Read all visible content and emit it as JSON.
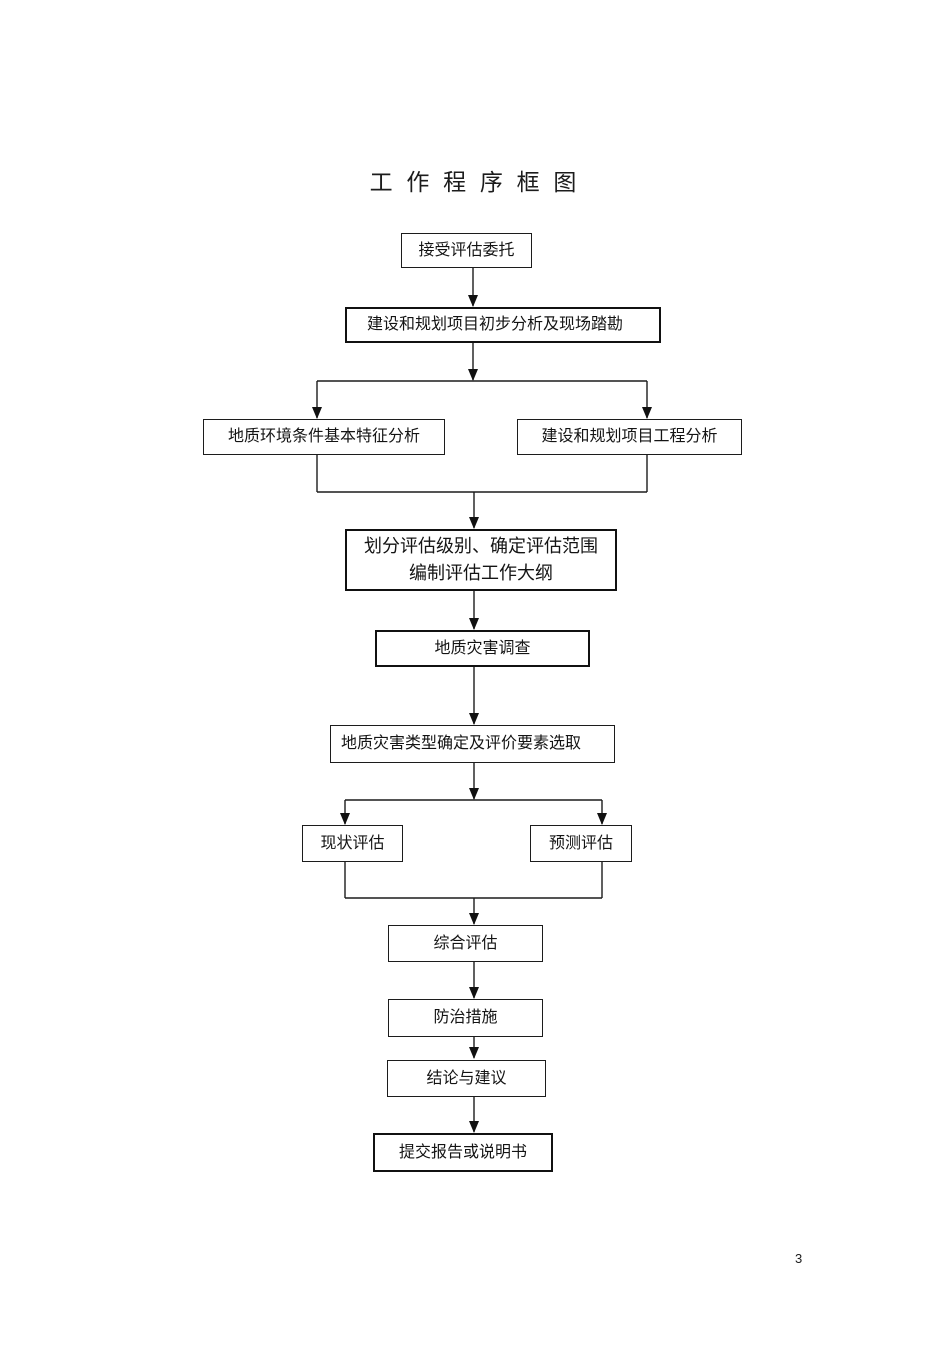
{
  "page": {
    "title": "工 作 程 序 框 图",
    "page_number": "3"
  },
  "flowchart": {
    "line_color": "#1c1c1c",
    "nodes": [
      {
        "id": "accept-evaluation-commission",
        "label": "接受评估委托"
      },
      {
        "id": "preliminary-analysis-site-survey",
        "label": "建设和规划项目初步分析及现场踏勘"
      },
      {
        "id": "geological-environment-analysis",
        "label": "地质环境条件基本特征分析"
      },
      {
        "id": "project-engineering-analysis",
        "label": "建设和规划项目工程分析"
      },
      {
        "id": "evaluation-grade-scope-outline",
        "label": "划分评估级别、确定评估范围",
        "label2": "编制评估工作大纲"
      },
      {
        "id": "geological-hazard-survey",
        "label": "地质灾害调查"
      },
      {
        "id": "hazard-type-and-evaluation-elements",
        "label": "地质灾害类型确定及评价要素选取"
      },
      {
        "id": "current-status-evaluation",
        "label": "现状评估"
      },
      {
        "id": "predictive-evaluation",
        "label": "预测评估"
      },
      {
        "id": "comprehensive-evaluation",
        "label": "综合评估"
      },
      {
        "id": "prevention-control-measures",
        "label": "防治措施"
      },
      {
        "id": "conclusions-and-suggestions",
        "label": "结论与建议"
      },
      {
        "id": "submit-report-or-specification",
        "label": "提交报告或说明书"
      }
    ]
  }
}
